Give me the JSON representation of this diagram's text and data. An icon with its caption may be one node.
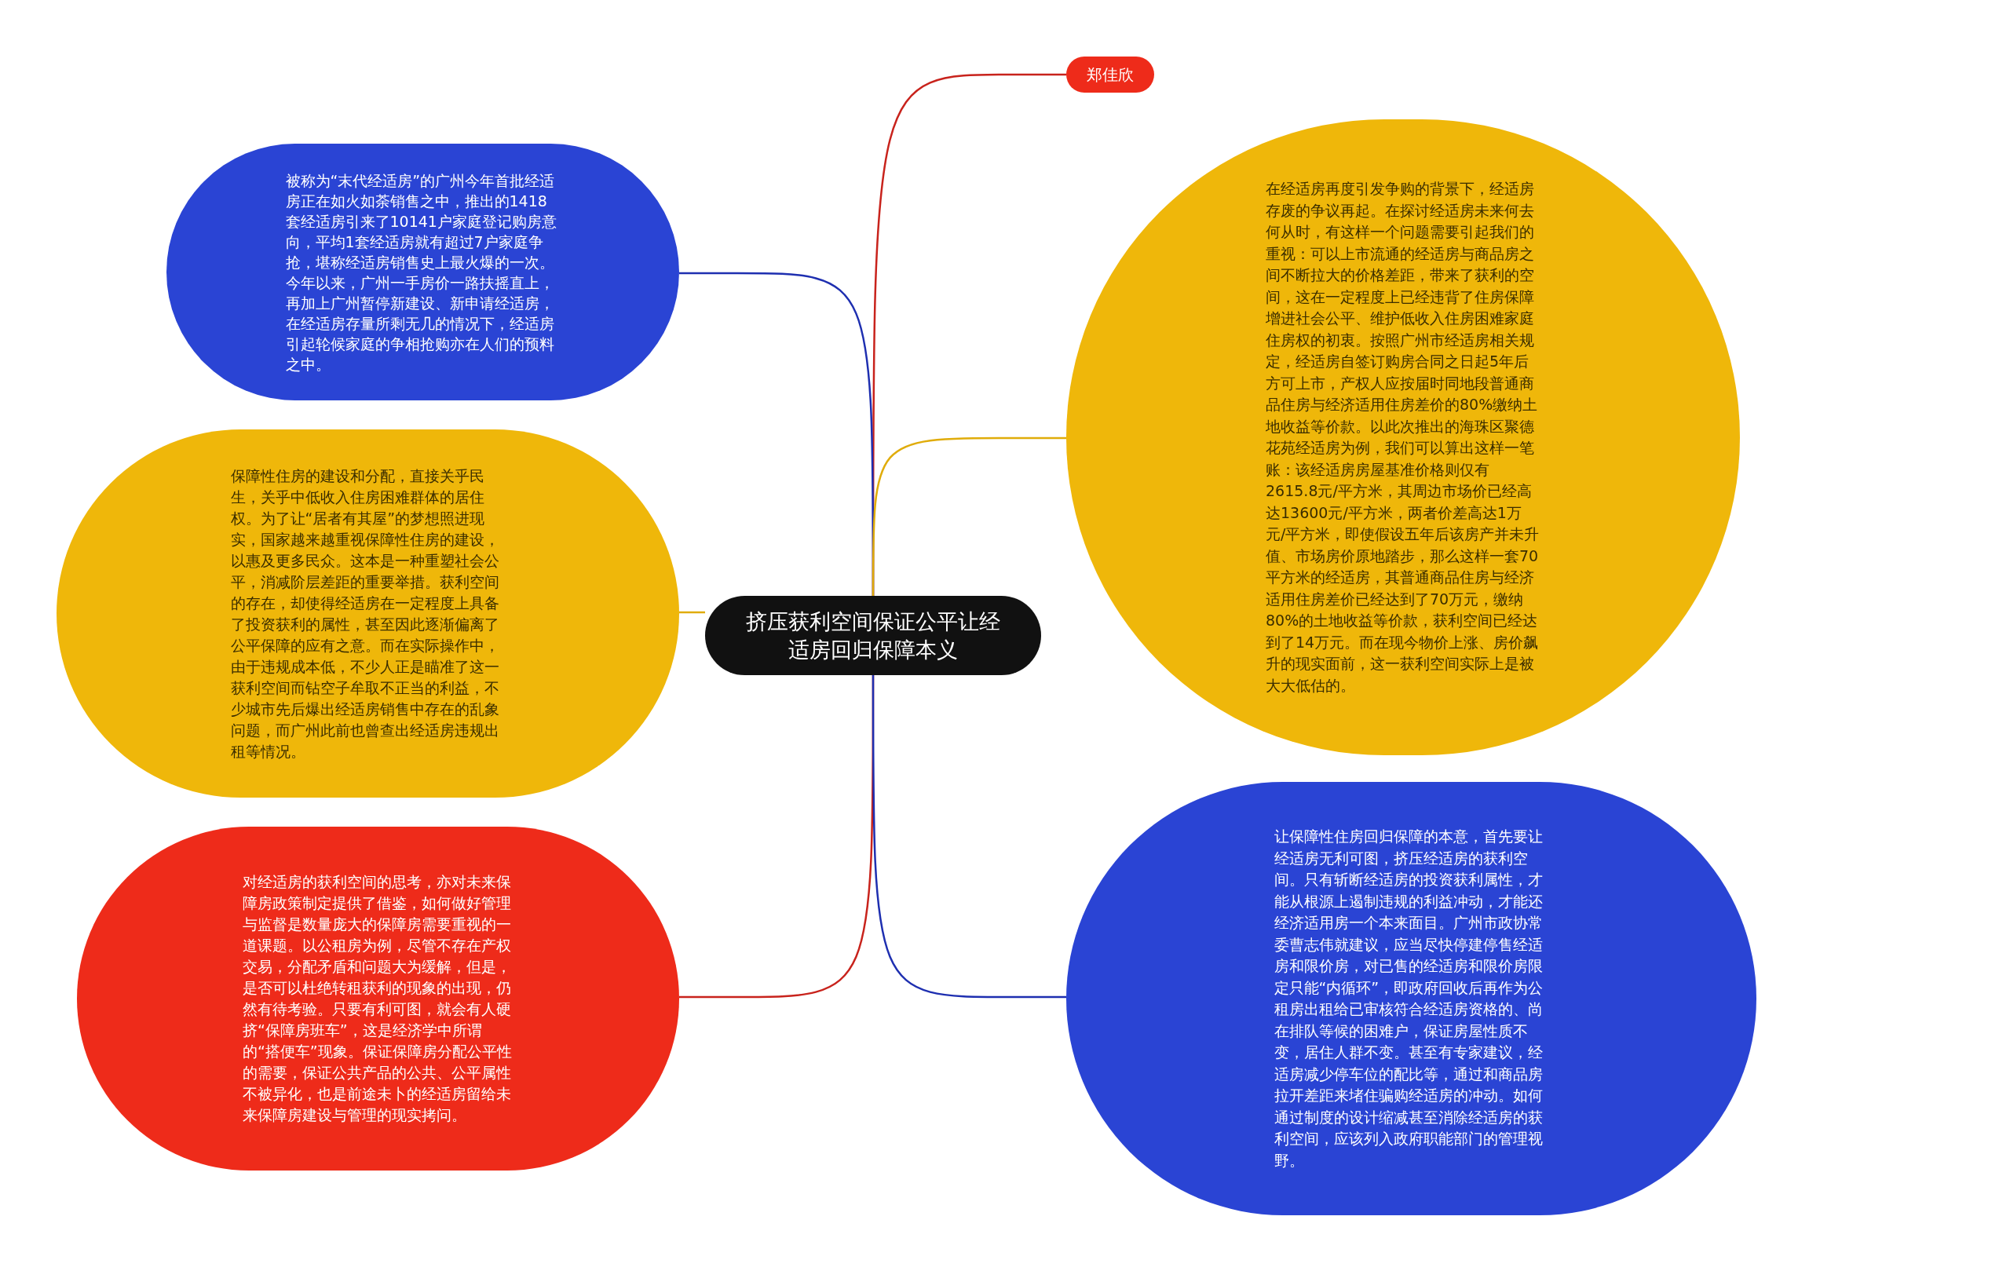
{
  "diagram": {
    "nodes": [
      {
        "text": [
          "挤压获利空间保证公平让经适房回归保障本义"
        ]
      },
      {
        "text": [
          "郑佳欣"
        ]
      },
      {
        "text": [
          "被称为“末代经适房”的广州今年首批经适房正在如火如荼销售之中，推出的1418套经适房引来了10141户家庭登记购房意向，平均1套经适房就有超过7户家庭争抢，堪称经适房销售史上最火爆的一次。今年以来，广州一手房价一路扶摇直上，再加上广州暂停新建设、新申请经适房，在经适房存量所剩无几的情况下，经适房引起轮候家庭的争相抢购亦在人们的预料之中。"
        ]
      },
      {
        "text": [
          "在经适房再度引发争购的背景下，经适房存废的争议再起。在探讨经适房未来何去何从时，有这样一个问题需要引起我们的重视：可以上市流通的经适房与商品房之间不断拉大的价格差距，带来了获利的空间，这在一定程度上已经违背了住房保障增进社会公平、维护低收入住房困难家庭住房权的初衷。按照广州市经适房相关规定，经适房自签订购房合同之日起5年后方可上市，产权人应按届时同地段普通商品住房与经济适用住房差价的80%缴纳土地收益等价款。以此次推出的海珠区聚德花苑经适房为例，我们可以算出这样一笔账：该经适房房屋基准价格则仅有2615.8元/平方米，其周边市场价已经高达13600元/平方米，两者价差高达1万元/平方米，即使假设五年后该房产并未升值、市场房价原地踏步，那么这样一套70平方米的经适房，其普通商品住房与经济适用住房差价已经达到了70万元，缴纳80%的土地收益等价款，获利空间已经达到了14万元。而在现今物价上涨、房价飙升的现实面前，这一获利空间实际上是被大大低估的。"
        ]
      },
      {
        "text": [
          "保障性住房的建设和分配，直接关乎民生，关乎中低收入住房困难群体的居住权。为了让“居者有其屋”的梦想照进现实，国家越来越重视保障性住房的建设，以惠及更多民众。这本是一种重塑社会公平，消减阶层差距的重要举措。获利空间的存在，却使得经适房在一定程度上具备了投资获利的属性，甚至因此逐渐偏离了公平保障的应有之意。而在实际操作中，由于违规成本低，不少人正是瞄准了这一获利空间而钻空子牟取不正当的利益，不少城市先后爆出经适房销售中存在的乱象问题，而广州此前也曾查出经适房违规出租等情况。"
        ]
      },
      {
        "text": [
          "对经适房的获利空间的思考，亦对未来保障房政策制定提供了借鉴，如何做好管理与监督是数量庞大的保障房需要重视的一道课题。以公租房为例，尽管不存在产权交易，分配矛盾和问题大为缓解，但是，是否可以杜绝转租获利的现象的出现，仍然有待考验。只要有利可图，就会有人硬挤“保障房班车”，这是经济学中所谓的“搭便车”现象。保证保障房分配公平性的需要，保证公共产品的公共、公平属性不被异化，也是前途未卜的经适房留给未来保障房建设与管理的现实拷问。"
        ]
      },
      {
        "text": [
          "让保障性住房回归保障的本意，首先要让经适房无利可图，挤压经适房的获利空间。只有斩断经适房的投资获利属性，才能从根源上遏制违规的利益冲动，才能还经济适用房一个本来面目。广州市政协常委曹志伟就建议，应当尽快停建停售经适房和限价房，对已售的经适房和限价房限定只能“内循环”，即政府回收后再作为公租房出租给已审核符合经适房资格的、尚在排队等候的困难户，保证房屋性质不变，居住人群不变。甚至有专家建议，经适房减少停车位的配比等，通过和商品房拉开差距来堵住骗购经适房的冲动。如何通过制度的设计缩减甚至消除经适房的获利空间，应该列入政府职能部门的管理视野。"
        ]
      }
    ],
    "edges": [
      {
        "from": 0,
        "to": 1,
        "arrow": "none",
        "color": "#c8231c"
      },
      {
        "from": 0,
        "to": 2,
        "arrow": "none",
        "color": "#1e2fb0"
      },
      {
        "from": 0,
        "to": 3,
        "arrow": "none",
        "color": "#e0ac0a"
      },
      {
        "from": 0,
        "to": 4,
        "arrow": "none",
        "color": "#e0ac0a"
      },
      {
        "from": 0,
        "to": 5,
        "arrow": "none",
        "color": "#c8231c"
      },
      {
        "from": 0,
        "to": 6,
        "arrow": "none",
        "color": "#1e2fb0"
      }
    ]
  }
}
